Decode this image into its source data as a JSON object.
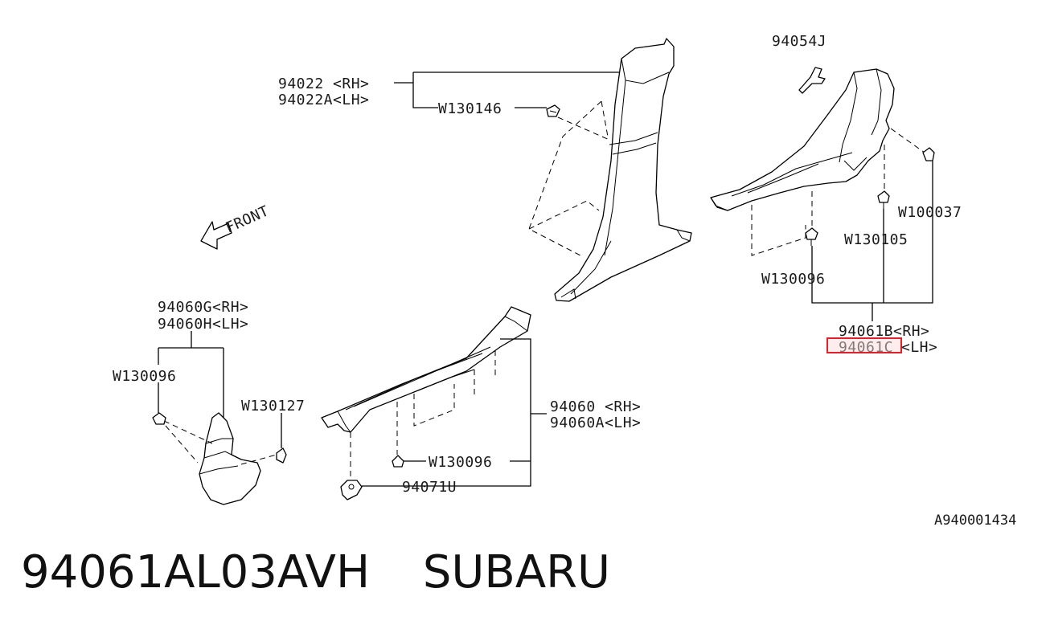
{
  "labels": {
    "l_94022_rh": "94022 <RH>",
    "l_94022a_lh": "94022A<LH>",
    "l_w130146": "W130146",
    "l_94054j": "94054J",
    "l_front": "FRONT",
    "l_w100037": "W100037",
    "l_w130105": "W130105",
    "l_w130096_r": "W130096",
    "l_94061b_rh": "94061B<RH>",
    "l_94061c_code": "94061C",
    "l_94061c_lh": "<LH>",
    "l_94060g_rh": "94060G<RH>",
    "l_94060h_lh": "94060H<LH>",
    "l_w130096_l": "W130096",
    "l_w130127": "W130127",
    "l_94060_rh": "94060 <RH>",
    "l_94060a_lh": "94060A<LH>",
    "l_w130096_c": "W130096",
    "l_94071u": "94071U",
    "l_ref": "A940001434"
  },
  "caption": {
    "part_number": "94061AL03AVH",
    "brand": "SUBARU"
  },
  "highlight_color": "#e0202a"
}
